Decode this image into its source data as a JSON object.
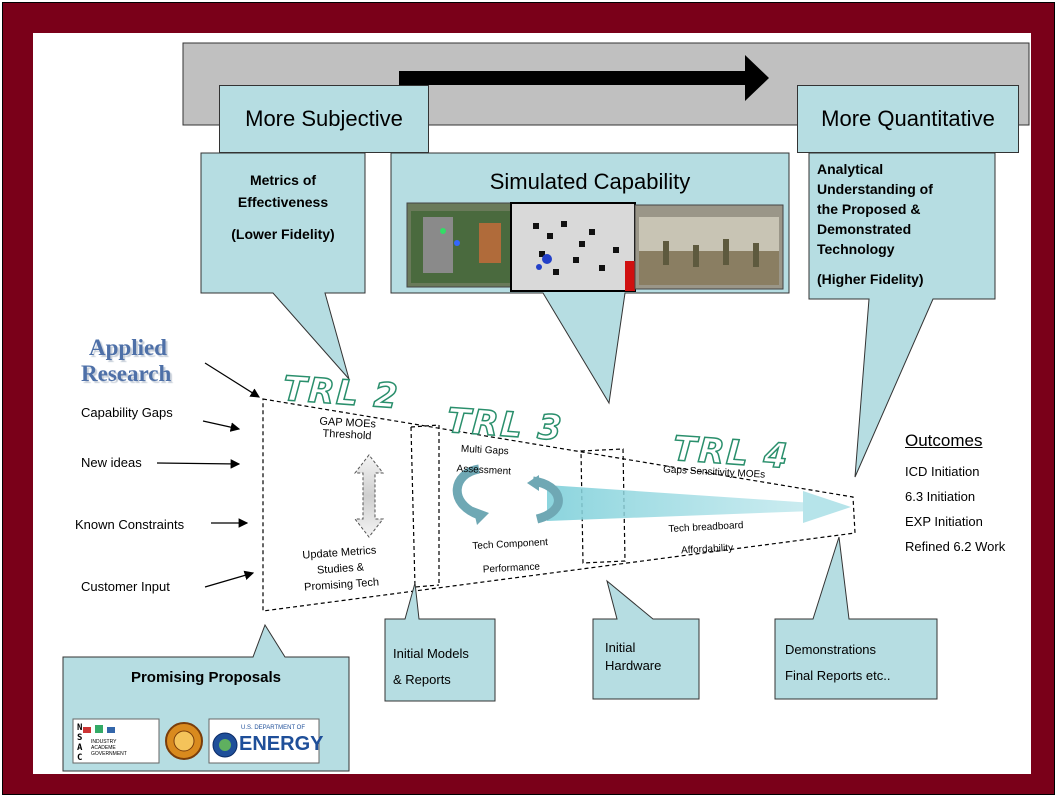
{
  "header_bar": {
    "left_label": "More Subjective",
    "right_label": "More Quantitative"
  },
  "callouts": {
    "metrics": {
      "line1": "Metrics of",
      "line2": "Effectiveness",
      "line3": "(Lower Fidelity)"
    },
    "simulated": {
      "title": "Simulated Capability"
    },
    "analytical": {
      "line1": "Analytical",
      "line2": "Understanding of",
      "line3": "the Proposed  &",
      "line4": "Demonstrated",
      "line5": "Technology",
      "line6": "(Higher Fidelity)"
    },
    "proposals": {
      "title": "Promising Proposals"
    },
    "models": {
      "line1": "Initial Models",
      "line2": "& Reports"
    },
    "hardware": {
      "line1": "Initial",
      "line2": "Hardware"
    },
    "demos": {
      "line1": "Demonstrations",
      "line2": "Final Reports etc.."
    }
  },
  "applied_research": {
    "line1": "Applied",
    "line2": "Research"
  },
  "inputs": [
    "Capability Gaps",
    "New ideas",
    "Known Constraints",
    "Customer Input"
  ],
  "trl_labels": [
    "TRL 2",
    "TRL 3",
    "TRL 4"
  ],
  "funnel_text": {
    "trl2_top1": "GAP MOEs",
    "trl2_top2": "Threshold",
    "trl2_bot1": "Update Metrics",
    "trl2_bot2": "Studies &",
    "trl2_bot3": "Promising Tech",
    "trl3_top1": "Multi Gaps",
    "trl3_top2": "Assessment",
    "trl3_bot1": "Tech Component",
    "trl3_bot2": "Performance",
    "trl4_top": "Gaps Sensitivity MOEs",
    "trl4_bot1": "Tech breadboard",
    "trl4_bot2": "Affordability"
  },
  "outcomes": {
    "title": "Outcomes",
    "items": [
      "ICD Initiation",
      "6.3 Initiation",
      "EXP Initiation",
      "Refined 6.2 Work"
    ]
  },
  "logos": {
    "nsac_letters": "NSAC",
    "nsac_sub1": "INDUSTRY",
    "nsac_sub2": "ACADEME",
    "nsac_sub3": "GOVERNMENT",
    "doe_small": "U.S. DEPARTMENT OF",
    "doe_big": "ENERGY"
  },
  "colors": {
    "frame": "#7a0019",
    "callout_fill": "#b6dde2",
    "header_fill": "#c0c0c0",
    "trl_outline": "#2a8f6c",
    "applied_text": "#4e70a8"
  }
}
